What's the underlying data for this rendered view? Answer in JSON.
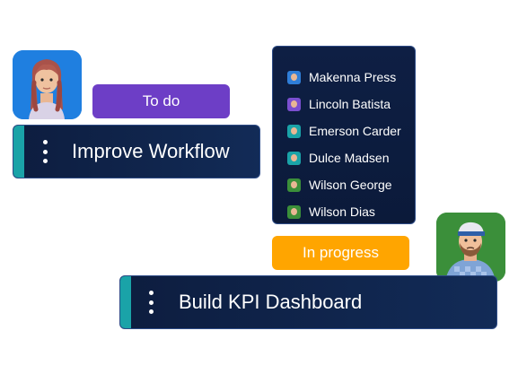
{
  "status_labels": {
    "todo": "To do",
    "in_progress": "In progress"
  },
  "tasks": [
    {
      "title": "Improve Workflow"
    },
    {
      "title": "Build KPI Dashboard"
    }
  ],
  "assignees": [
    {
      "name": "Makenna Press",
      "avatar_color": "#2f7ed8"
    },
    {
      "name": "Lincoln Batista",
      "avatar_color": "#7b4fd0"
    },
    {
      "name": "Emerson Carder",
      "avatar_color": "#1aa3a8"
    },
    {
      "name": "Dulce Madsen",
      "avatar_color": "#1aa3a8"
    },
    {
      "name": "Wilson George",
      "avatar_color": "#3b8f3a"
    },
    {
      "name": "Wilson Dias",
      "avatar_color": "#3b8f3a"
    }
  ],
  "colors": {
    "todo_pill": "#6d3ec6",
    "in_progress_pill": "#ffa500",
    "card_bg": "#0d1d3f",
    "card_accent": "#1aa3a8"
  }
}
